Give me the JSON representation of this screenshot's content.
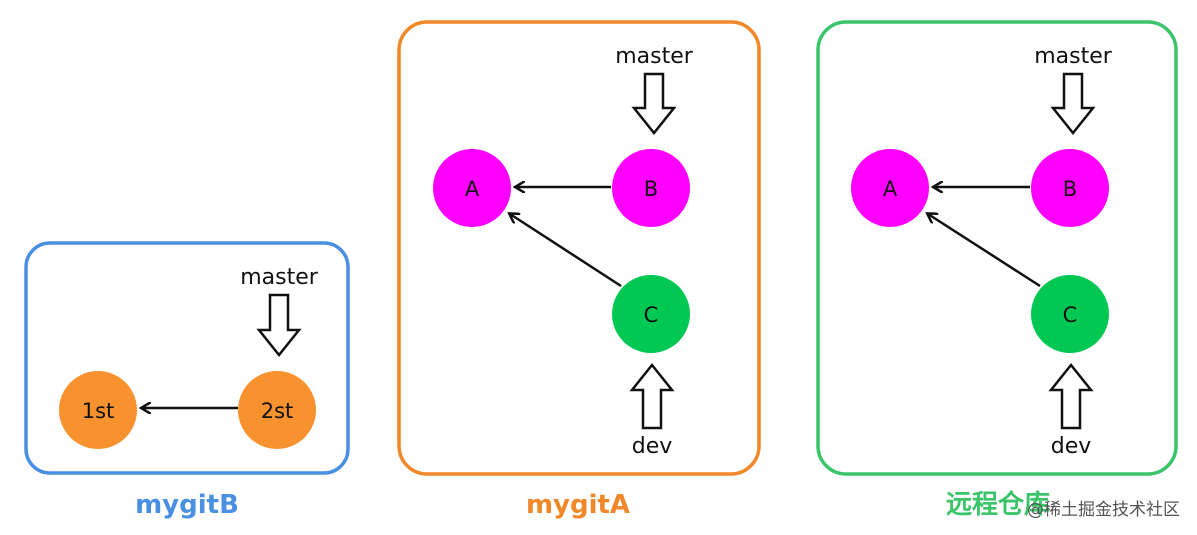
{
  "repos": {
    "mygitB": {
      "title": "mygitB",
      "color": "#4a90e2",
      "nodes": {
        "first": "1st",
        "second": "2st"
      },
      "refs": {
        "master": "master"
      }
    },
    "mygitA": {
      "title": "mygitA",
      "color": "#f0882a",
      "nodes": {
        "a": "A",
        "b": "B",
        "c": "C"
      },
      "refs": {
        "master": "master",
        "dev": "dev"
      }
    },
    "remote": {
      "title": "远程仓库",
      "color": "#3cc46a",
      "nodes": {
        "a": "A",
        "b": "B",
        "c": "C"
      },
      "refs": {
        "master": "master",
        "dev": "dev"
      }
    }
  },
  "colors": {
    "orange_node": "#f7922e",
    "magenta_node": "#ff00ff",
    "green_node": "#00c853"
  },
  "watermark": "@稀土掘金技术社区"
}
